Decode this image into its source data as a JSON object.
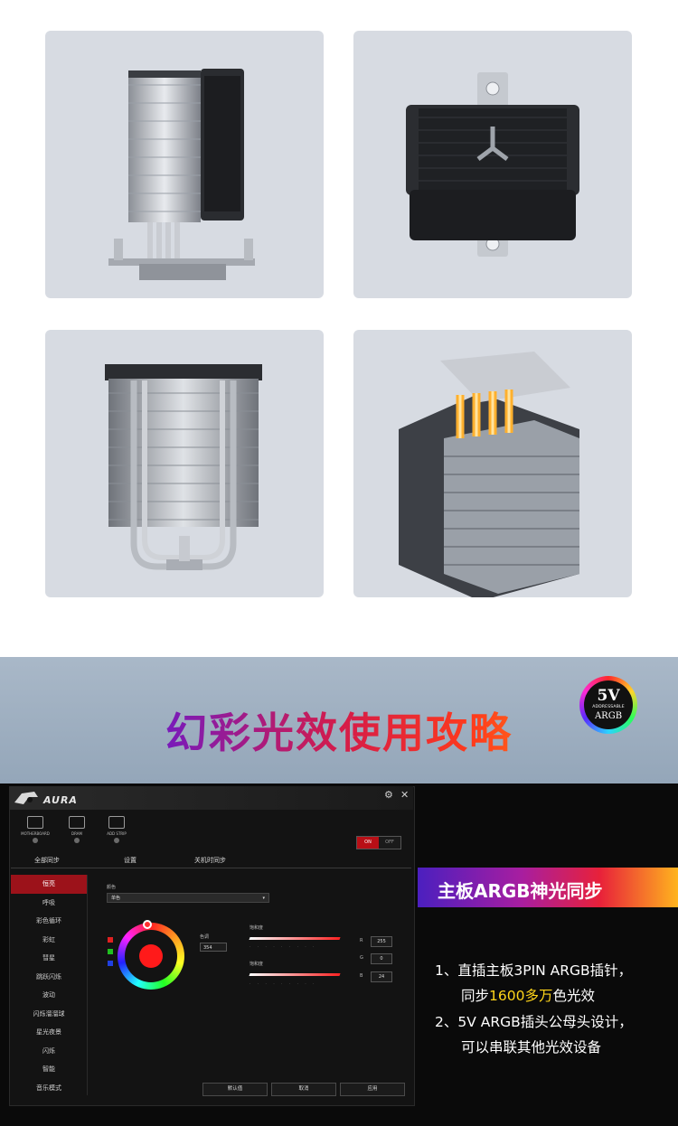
{
  "banner": {
    "title": "幻彩光效使用攻略",
    "badge": {
      "top": "5V",
      "middle": "ADDRESSABLE",
      "bottom": "ARGB"
    }
  },
  "aura_app": {
    "logo": "AURA",
    "window_controls": [
      "⚙",
      "✕"
    ],
    "devices": [
      {
        "label": "MOTHERBOARD"
      },
      {
        "label": "DRAM"
      },
      {
        "label": "ADD STRIP"
      }
    ],
    "power": {
      "on": "ON",
      "off": "OFF"
    },
    "tabs": [
      "全部同步",
      "设置",
      "关机时同步"
    ],
    "modes": [
      "恒亮",
      "呼吸",
      "彩色循环",
      "彩虹",
      "彗星",
      "跳跃闪烁",
      "波动",
      "闪烁溜溜球",
      "星光夜景",
      "闪烁",
      "智能",
      "音乐模式"
    ],
    "active_mode_index": 0,
    "color_label": "颜色",
    "color_mode": "单色",
    "hue_label": "色调",
    "hue_value": "354",
    "saturation_label": "饱和度",
    "brightness_label": "饱和度",
    "rgb": {
      "R_label": "R",
      "R": "255",
      "G_label": "G",
      "G": "0",
      "B_label": "B",
      "B": "24"
    },
    "buttons": {
      "default": "默认值",
      "cancel": "取消",
      "apply": "应用"
    },
    "colors": {
      "accent": "#b80f16",
      "selected_color": "#ff1a1a"
    }
  },
  "feature": {
    "ribbon_title": "主板ARGB神光同步",
    "line1": "1、直插主板3PIN ARGB插针，",
    "line2_pre": "同步",
    "line2_highlight": "1600多万",
    "line2_post": "色光效",
    "line3": "2、5V ARGB插头公母头设计，",
    "line4": "可以串联其他光效设备",
    "highlight_color": "#ffd51a"
  }
}
